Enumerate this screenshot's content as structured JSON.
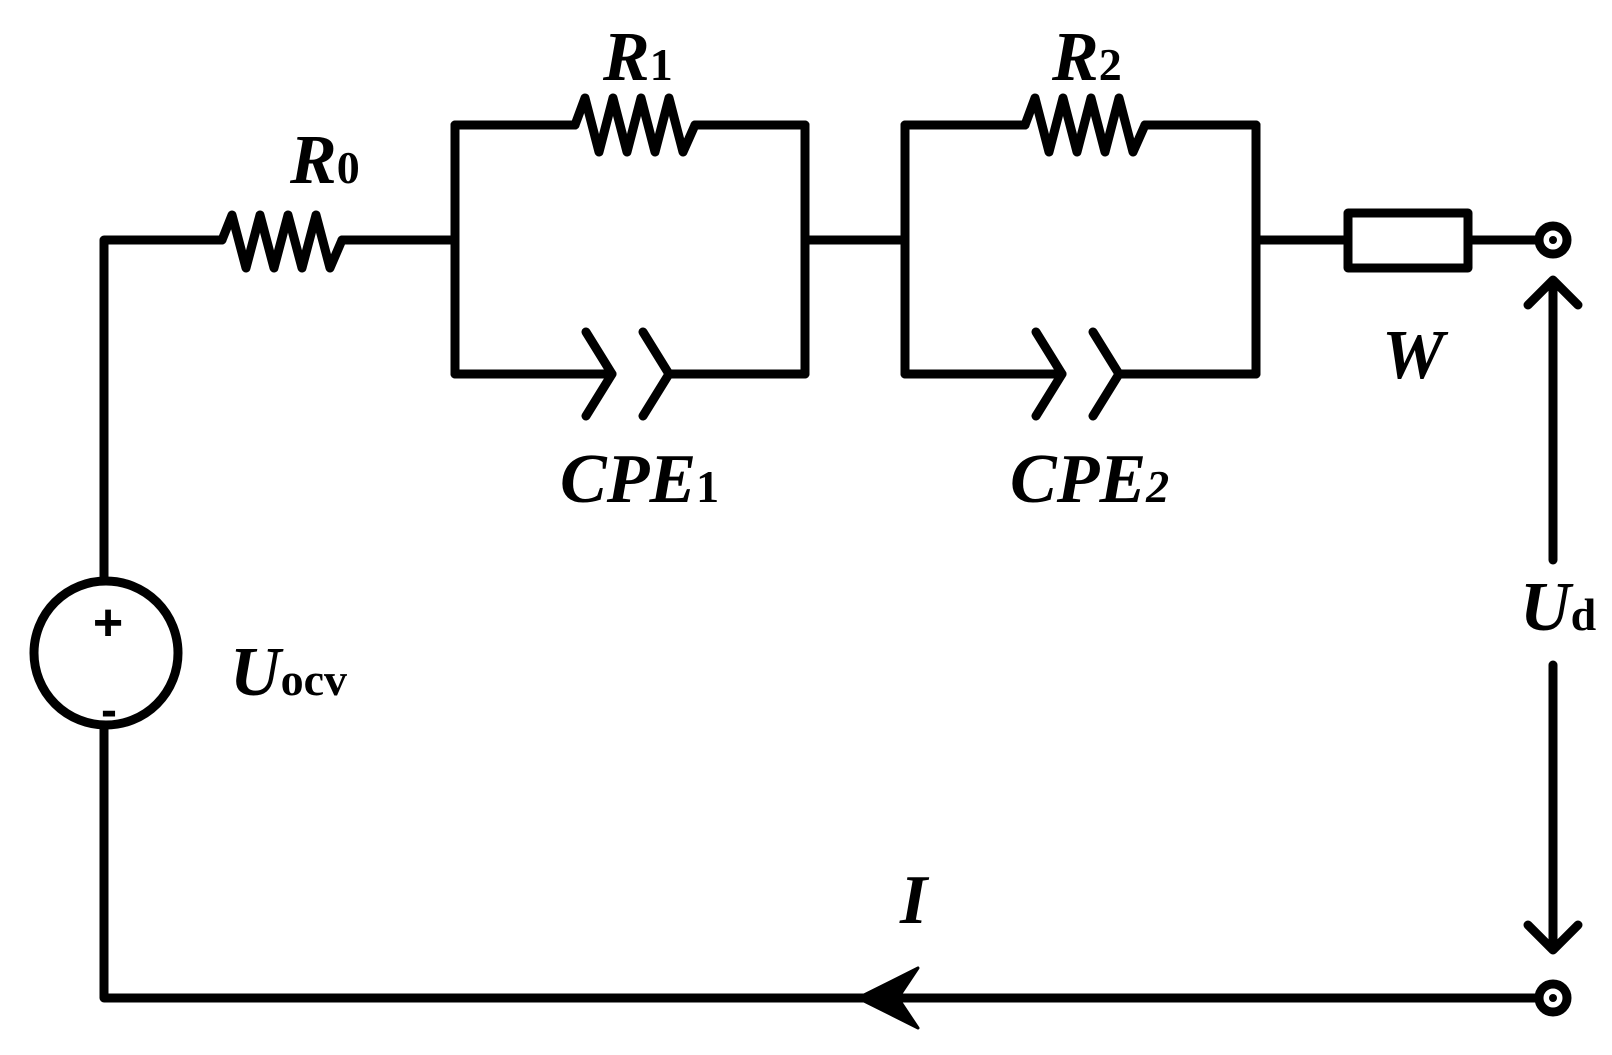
{
  "labels": {
    "r0": {
      "main": "R",
      "sub": "0"
    },
    "r1": {
      "main": "R",
      "sub": "1"
    },
    "r2": {
      "main": "R",
      "sub": "2"
    },
    "cpe1": {
      "main": "CPE",
      "sub": "1"
    },
    "cpe2": {
      "main": "CPE",
      "sub": "2"
    },
    "w": {
      "main": "W"
    },
    "uocv": {
      "main": "U",
      "sub": "ocv"
    },
    "ud": {
      "main": "U",
      "sub": "d"
    },
    "i": {
      "main": "I"
    },
    "plus": "+",
    "minus": "-"
  },
  "colors": {
    "stroke": "#000000",
    "background": "#ffffff"
  }
}
